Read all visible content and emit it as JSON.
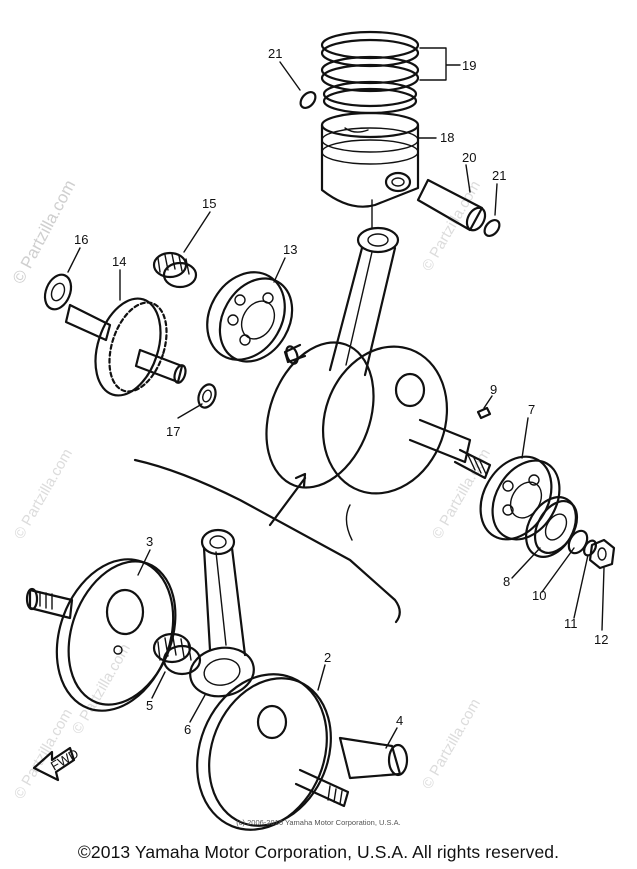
{
  "watermark": "© Partzilla.com",
  "small_copyright": "(c) 2006-2016 Yamaha Motor Corporation, U.S.A.",
  "copyright": "©2013 Yamaha Motor Corporation, U.S.A. All rights reserved.",
  "fwd_label": "FWD",
  "callouts": {
    "c2": "2",
    "c3": "3",
    "c4": "4",
    "c5": "5",
    "c6": "6",
    "c7": "7",
    "c8": "8",
    "c9": "9",
    "c10": "10",
    "c11": "11",
    "c12": "12",
    "c13": "13",
    "c14": "14",
    "c15": "15",
    "c16": "16",
    "c17": "17",
    "c18": "18",
    "c19": "19",
    "c20": "20",
    "c21a": "21",
    "c21b": "21"
  }
}
